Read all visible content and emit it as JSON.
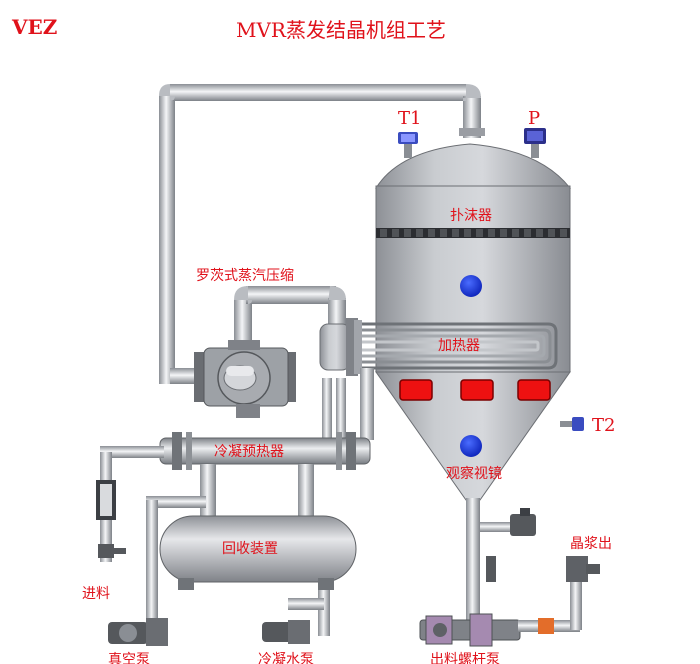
{
  "header": {
    "brand": "VEZ",
    "title": "MVR蒸发结晶机组工艺"
  },
  "labels": {
    "t1": "T1",
    "p": "P",
    "t2": "T2",
    "demister": "扑沫器",
    "compressor": "罗茨式蒸汽压缩",
    "heater": "加热器",
    "preheater": "冷凝预热器",
    "sight_glass": "观察视镜",
    "recovery": "回收装置",
    "feed": "进料",
    "slurry_out": "晶浆出",
    "vacuum_pump": "真空泵",
    "condensate_pump": "冷凝水泵",
    "screw_pump": "出料螺杆泵"
  },
  "colors": {
    "label": "#e0121b",
    "accent_blue": "#1030d8",
    "sight_red": "#ee1111",
    "steel": "#b8bcc2"
  }
}
